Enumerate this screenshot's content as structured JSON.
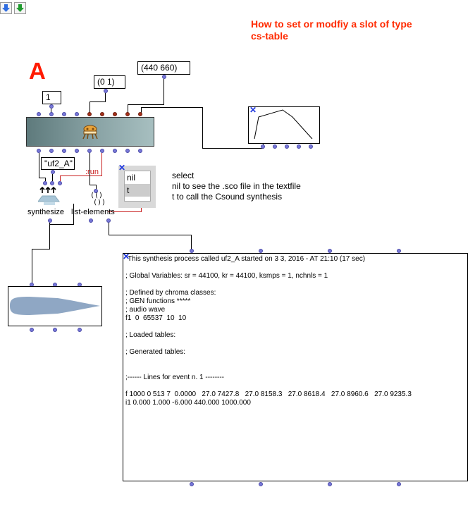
{
  "toolbar": {
    "left_button_icon": "arrow-down-blue-icon",
    "right_button_icon": "arrow-down-green-icon"
  },
  "header": {
    "title_line1": "How to set or modfiy a slot of type",
    "title_line2": "cs-table"
  },
  "section_label": "A",
  "values": {
    "value_1": "1",
    "value_range": "(0 1)",
    "value_freqs": "(440 660)",
    "value_name": "\"uf2_A\""
  },
  "menu": {
    "items": [
      "nil",
      "t"
    ],
    "selected": "t"
  },
  "note": {
    "line1": "select",
    "line2": "nil to see the .sco file in the textfile",
    "line3": "t to call the Csound synthesis"
  },
  "labels": {
    "synthesize": "synthesize",
    "list_elements": "list-elements",
    "run": ":run"
  },
  "textfile": {
    "lines": [
      "This synthesis process called uf2_A started on 3 3, 2016 - AT 21:10 (17 sec)",
      "",
      "; Global Variables: sr = 44100, kr = 44100, ksmps = 1, nchnls = 1",
      "",
      "; Defined by chroma classes:",
      "; GEN functions *****",
      "; audio wave",
      "f1  0  65537  10  10",
      "",
      "; Loaded tables:",
      "",
      "; Generated tables:",
      "",
      "",
      ";------ Lines for event n. 1 --------",
      "",
      "f 1000 0 513 7  0.0000   27.0 7427.8   27.0 8158.3   27.0 8618.4   27.0 8960.6   27.0 9235.3",
      "i1 0.000 1.000 -6.000 440.000 1000.000"
    ]
  },
  "colors": {
    "title": "#ff2a00",
    "inlet": "#7878d8",
    "red_inlet": "#a5311b",
    "run_wire": "#c92222",
    "block": "#86a0a2"
  }
}
